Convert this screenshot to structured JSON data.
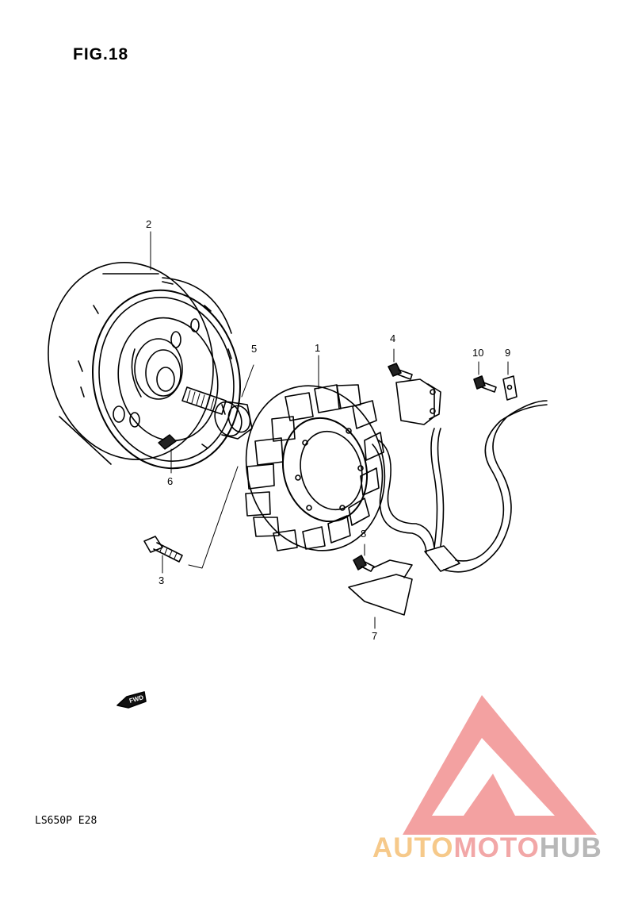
{
  "figure": {
    "title": "FIG.18",
    "model_code": "LS650P  E28",
    "fwd_label": "FWD"
  },
  "callouts": {
    "part_1": "1",
    "part_2": "2",
    "part_3": "3",
    "part_4": "4",
    "part_5": "5",
    "part_6": "6",
    "part_7": "7",
    "part_8": "8",
    "part_9": "9",
    "part_10": "10"
  },
  "watermark": {
    "text_part1": "AUTO",
    "text_part2": "MOTO",
    "text_part3": "HUB",
    "color_part1": "#f6c98a",
    "color_part2": "#f2a7a7",
    "color_part3": "#b8b8b8",
    "logo_color": "#f08a8a"
  }
}
